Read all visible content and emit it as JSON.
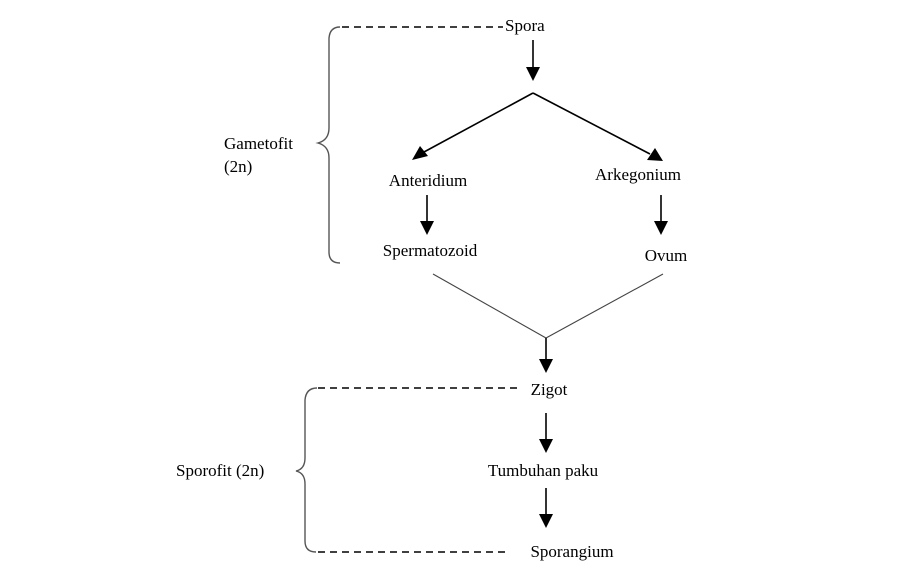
{
  "diagram": {
    "nodes": {
      "spora": "Spora",
      "anteridium": "Anteridium",
      "arkegonium": "Arkegonium",
      "spermatozoid": "Spermatozoid",
      "ovum": "Ovum",
      "zigot": "Zigot",
      "tumbuhan_paku": "Tumbuhan paku",
      "sporangium": "Sporangium"
    },
    "phases": {
      "gametofit_line1": "Gametofit",
      "gametofit_line2": "(2n)",
      "sporofit": "Sporofit (2n)"
    },
    "edges": [
      {
        "from": "spora",
        "to": "anteridium"
      },
      {
        "from": "spora",
        "to": "arkegonium"
      },
      {
        "from": "anteridium",
        "to": "spermatozoid"
      },
      {
        "from": "arkegonium",
        "to": "ovum"
      },
      {
        "from": "spermatozoid",
        "to": "zigot"
      },
      {
        "from": "ovum",
        "to": "zigot"
      },
      {
        "from": "zigot",
        "to": "tumbuhan_paku"
      },
      {
        "from": "tumbuhan_paku",
        "to": "sporangium"
      }
    ],
    "colors": {
      "line": "#000000",
      "brace": "#555555",
      "converge": "#444444"
    }
  }
}
